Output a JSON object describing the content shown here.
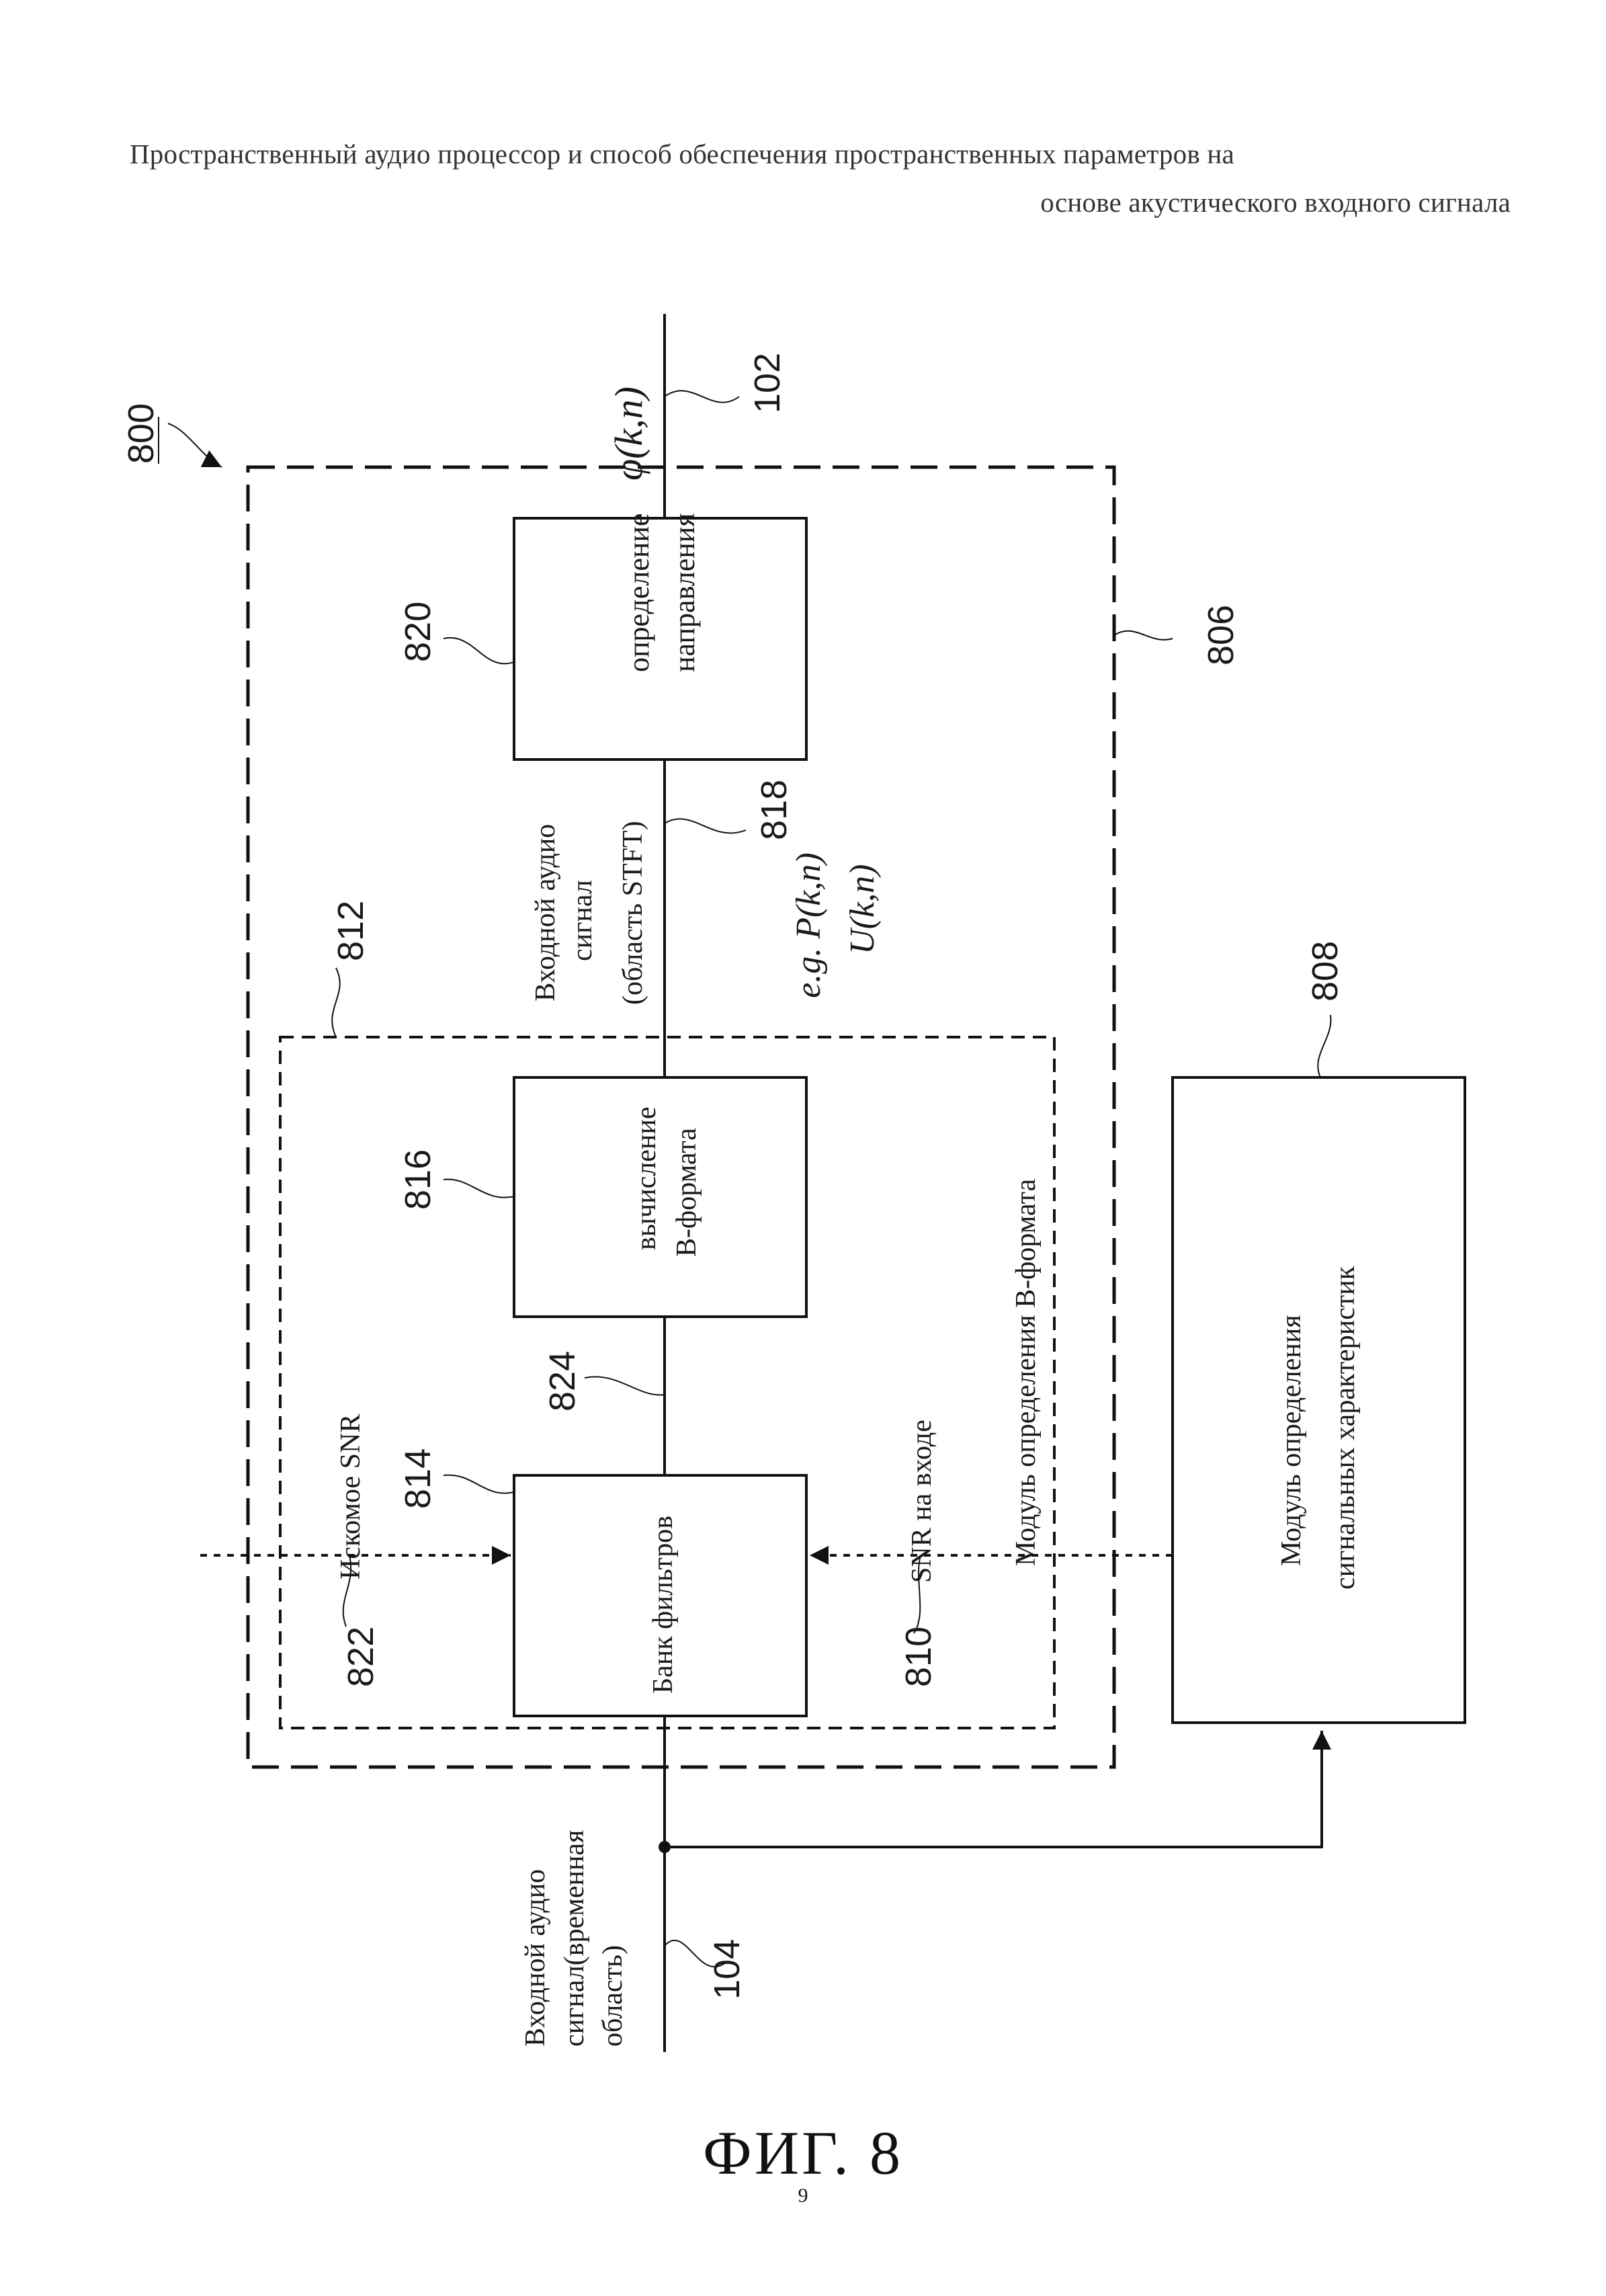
{
  "header": {
    "title_line1": "Пространственный аудио процессор и способ обеспечения пространственных параметров на",
    "title_line2": "основе акустического входного сигнала"
  },
  "figure": {
    "caption": "ФИГ. 8",
    "page_number": "9",
    "system_ref": "800",
    "output_signal": {
      "label": "φ(k,n)",
      "ref": "102"
    },
    "input_signal": {
      "label_lines": [
        "Входной аудио",
        "сигнал(временная",
        "область)"
      ],
      "ref": "104"
    },
    "stft_signal": {
      "label_lines": [
        "Входной аудио",
        "сигнал",
        "(область STFT)"
      ],
      "ref": "818",
      "example_lines": [
        "e.g. P(k,n)",
        "U(k,n)"
      ]
    },
    "processor_block": {
      "ref": "806"
    },
    "bformat_module": {
      "ref": "812",
      "label": "Модуль определения B-формата"
    },
    "blocks": [
      {
        "id": "direction",
        "ref": "820",
        "label_lines": [
          "определение",
          "направления"
        ]
      },
      {
        "id": "bformat",
        "ref": "816",
        "label_lines": [
          "вычисление",
          "B-формата"
        ]
      },
      {
        "id": "filterbank",
        "ref": "814",
        "label_lines": [
          "Банк фильтров"
        ]
      },
      {
        "id": "signal_char",
        "ref": "808",
        "label_lines": [
          "Модуль определения",
          "сигнальных характеристик"
        ]
      }
    ],
    "connection_824": {
      "ref": "824"
    },
    "target_snr": {
      "label": "Искомое SNR",
      "ref": "822"
    },
    "input_snr": {
      "label": "SNR на входе",
      "ref": "810"
    }
  }
}
